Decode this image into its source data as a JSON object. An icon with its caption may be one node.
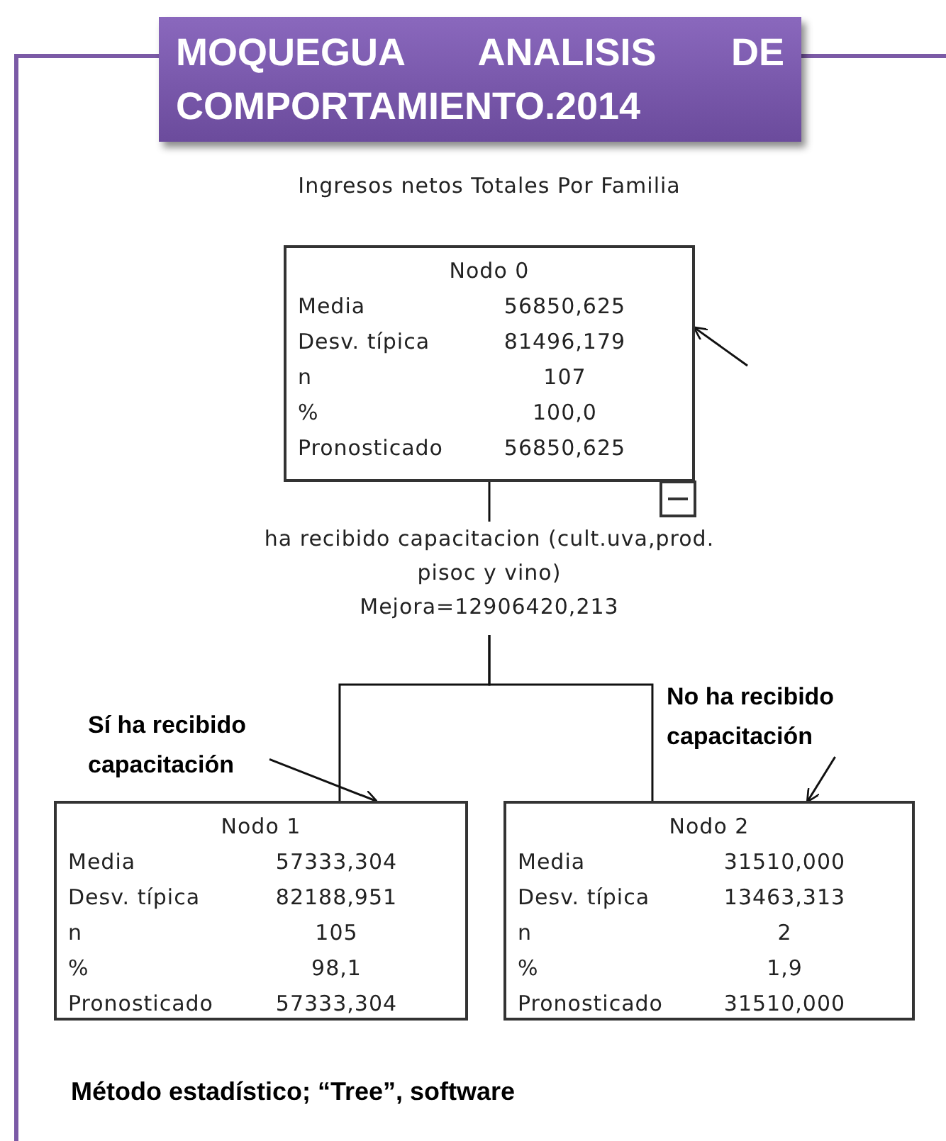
{
  "diagram": {
    "title": "MOQUEGUA ANALISIS DE COMPORTAMIENTO.2014",
    "caption": "Método estadístico; “Tree”, software",
    "nodes": [
      {
        "text": [
          "Nodo 0",
          "Media",
          "56850,625",
          "Desv. típica",
          "81496,179",
          "n",
          "107",
          "%",
          "100,0",
          "Pronosticado",
          "56850,625"
        ]
      },
      {
        "text": [
          "ha recibido capacitacion (cult.uva,prod. pisoc y vino)",
          "Mejora=12906420,213"
        ]
      },
      {
        "text": [
          "Nodo 1",
          "Media",
          "57333,304",
          "Desv. típica",
          "82188,951",
          "n",
          "105",
          "%",
          "98,1",
          "Pronosticado",
          "57333,304"
        ]
      },
      {
        "text": [
          "Nodo 2",
          "Media",
          "31510,000",
          "Desv. típica",
          "13463,313",
          "n",
          "2",
          "%",
          "1,9",
          "Pronosticado",
          "31510,000"
        ]
      },
      {
        "text": [
          "Sí ha recibido capacitación"
        ]
      },
      {
        "text": [
          "No ha recibido capacitación"
        ]
      }
    ],
    "edges": [
      {
        "from": 0,
        "to": 1,
        "arrow": "none"
      },
      {
        "from": 1,
        "to": 2,
        "arrow": "none"
      },
      {
        "from": 1,
        "to": 3,
        "arrow": "none"
      },
      {
        "from": 4,
        "to": 2,
        "arrow": "to"
      },
      {
        "from": 5,
        "to": 3,
        "arrow": "to"
      },
      {
        "from": null,
        "to": 0,
        "arrow": "to"
      }
    ],
    "labels": [
      "Ingresos netos Totales Por Familia"
    ]
  }
}
